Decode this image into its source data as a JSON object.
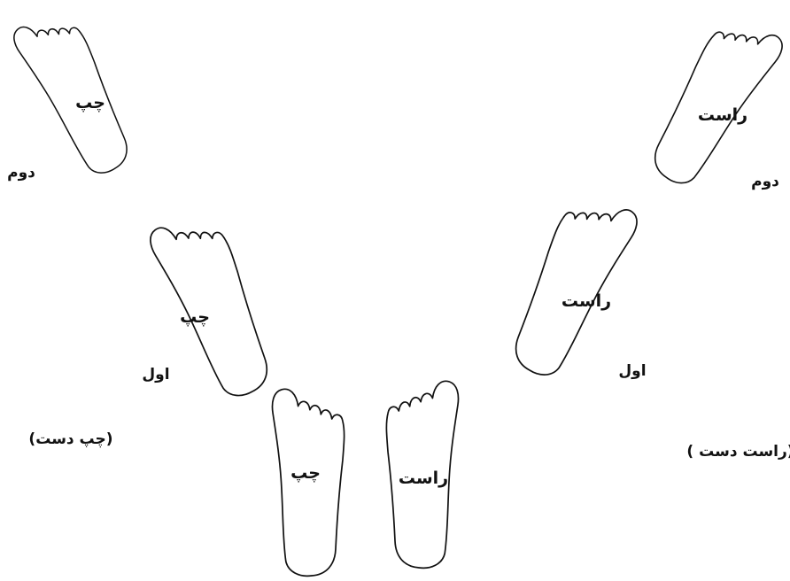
{
  "footprints": {
    "left_second": {
      "label": "چپ"
    },
    "left_first": {
      "label": "چپ"
    },
    "left_start": {
      "label": "چپ"
    },
    "right_start": {
      "label": "راست"
    },
    "right_first": {
      "label": "راست"
    },
    "right_second": {
      "label": "راست"
    }
  },
  "step_labels": {
    "left_second": "دوم",
    "left_first": "اول",
    "right_second": "دوم",
    "right_first": "اول"
  },
  "side_captions": {
    "left": "(چپ دست)",
    "right": "(راست دست )"
  }
}
